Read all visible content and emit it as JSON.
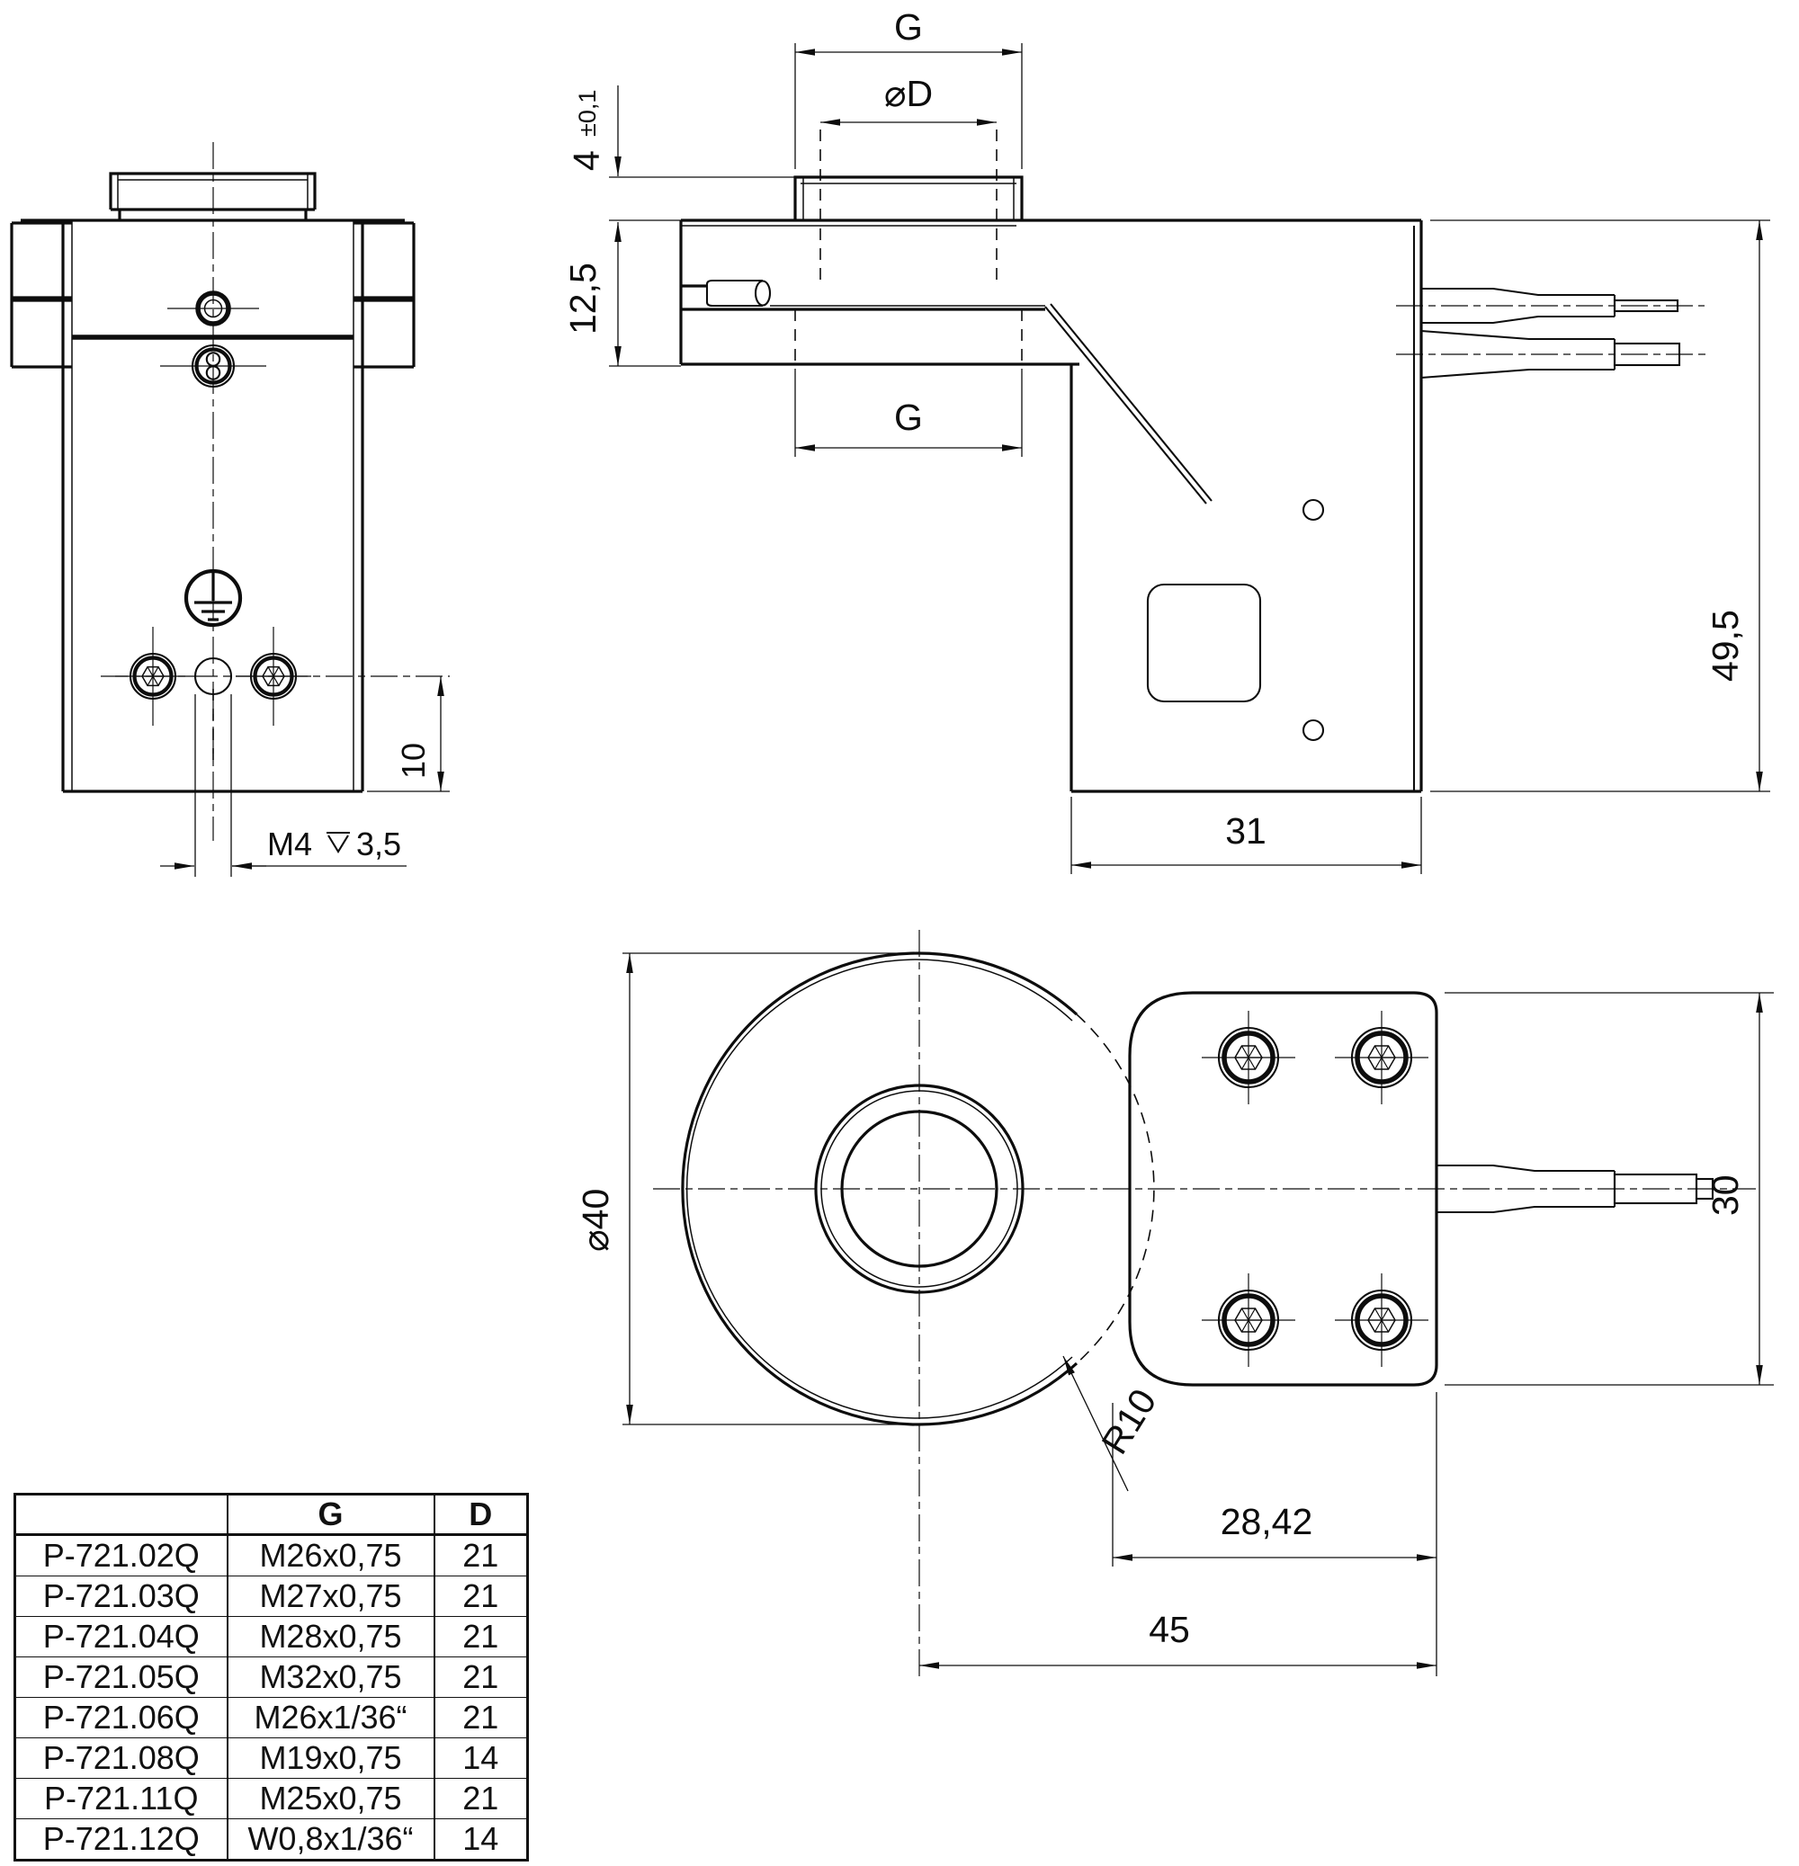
{
  "table": {
    "headers": [
      "",
      "G",
      "D"
    ],
    "rows": [
      [
        "P-721.02Q",
        "M26x0,75",
        "21"
      ],
      [
        "P-721.03Q",
        "M27x0,75",
        "21"
      ],
      [
        "P-721.04Q",
        "M28x0,75",
        "21"
      ],
      [
        "P-721.05Q",
        "M32x0,75",
        "21"
      ],
      [
        "P-721.06Q",
        "M26x1/36“",
        "21"
      ],
      [
        "P-721.08Q",
        "M19x0,75",
        "14"
      ],
      [
        "P-721.11Q",
        "M25x0,75",
        "21"
      ],
      [
        "P-721.12Q",
        "W0,8x1/36“",
        "14"
      ]
    ]
  },
  "dims": {
    "g_top": "G",
    "dia_d": "⌀D",
    "four": "4",
    "four_tol": "±0,1",
    "twelve_five": "12,5",
    "g_bottom": "G",
    "forty_nine_five": "49,5",
    "thirty_one": "31",
    "ten": "10",
    "m4": "M4",
    "m4_depth": "3,5",
    "dia_forty": "⌀40",
    "thirty": "30",
    "r10": "R10",
    "twenty_eight_42": "28,42",
    "forty_five": "45"
  }
}
